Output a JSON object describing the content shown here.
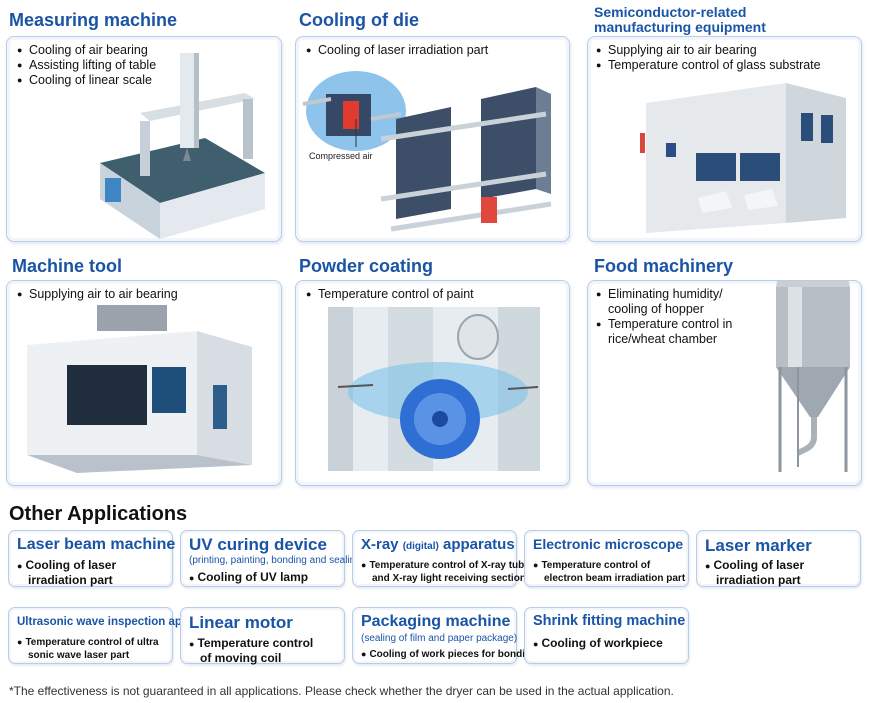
{
  "sections": [
    {
      "title": "Measuring machine",
      "bullets": [
        "Cooling of air bearing",
        "Assisting lifting of table",
        "Cooling of linear scale"
      ]
    },
    {
      "title": "Cooling of die",
      "bullets": [
        "Cooling of laser irradiation part"
      ],
      "callout": "Compressed air"
    },
    {
      "title_line1": "Semiconductor-related",
      "title_line2": "manufacturing equipment",
      "bullets": [
        "Supplying air to air bearing",
        "Temperature control of glass substrate"
      ]
    },
    {
      "title": "Machine tool",
      "bullets": [
        "Supplying air to air bearing"
      ]
    },
    {
      "title": "Powder coating",
      "bullets": [
        "Temperature control of paint"
      ]
    },
    {
      "title": "Food machinery",
      "bullets": [
        "Eliminating humidity/",
        "cooling of hopper",
        "Temperature control in",
        "rice/wheat chamber"
      ]
    }
  ],
  "other": {
    "title": "Other Applications",
    "items": [
      {
        "title": "Laser beam machine",
        "lines": [
          "Cooling of laser",
          "irradiation part"
        ]
      },
      {
        "title": "UV curing device",
        "subtitle": "(printing, painting, bonding and sealing)",
        "lines": [
          "Cooling of UV lamp"
        ]
      },
      {
        "title_main": "X-ray",
        "title_small": "(digital)",
        "title_end": "apparatus",
        "lines": [
          "Temperature control of X-ray tube",
          "and X-ray light receiving section"
        ]
      },
      {
        "title": "Electronic microscope",
        "lines": [
          "Temperature control of",
          "electron beam irradiation part"
        ]
      },
      {
        "title": "Laser marker",
        "lines": [
          "Cooling of laser",
          "irradiation part"
        ]
      },
      {
        "title": "Ultrasonic wave inspection apparatus",
        "lines": [
          "Temperature control of ultra",
          "sonic wave laser part"
        ]
      },
      {
        "title": "Linear motor",
        "lines": [
          "Temperature control",
          "of moving coil"
        ]
      },
      {
        "title": "Packaging machine",
        "subtitle": "(sealing of film and paper package)",
        "lines": [
          "Cooling of work pieces for bonding"
        ]
      },
      {
        "title": "Shrink fitting machine",
        "lines": [
          "Cooling of workpiece"
        ]
      }
    ]
  },
  "footnote": "*The effectiveness is not guaranteed in all applications. Please check whether the dryer can be used in the actual application.",
  "colors": {
    "heading_blue": "#1a54a6",
    "card_border": "#b9cde6",
    "text": "#111111"
  }
}
